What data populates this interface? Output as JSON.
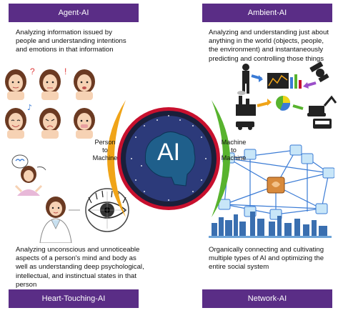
{
  "center": {
    "label": "AI"
  },
  "quadrants": {
    "agent": {
      "title": "Agent-AI",
      "description": "Analyzing information issued by\npeople and understanding intentions\nand emotions in that information"
    },
    "ambient": {
      "title": "Ambient-AI",
      "description": "Analyzing and understanding just about\nanything in the world (objects, people,\nthe environment) and instantaneously\npredicting and controlling those things"
    },
    "heart": {
      "title": "Heart-Touching-AI",
      "description": "Analyzing unconscious and unnoticeable\naspects of a person's mind and body as\nwell as understanding deep psychological,\nintellectual, and instinctual states in that\nperson"
    },
    "network": {
      "title": "Network-AI",
      "description": "Organically connecting and cultivating\nmultiple types of AI and optimizing the\nentire social system"
    }
  },
  "arcs": {
    "left": {
      "label": "Person\nto\nMachine",
      "color": "#f0a418"
    },
    "right": {
      "label": "Machine\nto\nMachine",
      "color": "#58b32e"
    }
  },
  "colors": {
    "banner": "#5a2d86",
    "ring": "#c8102e",
    "brain": "#1f5f8b"
  },
  "icons": [
    "face-icon",
    "speech-bubble-icon",
    "eye-icon",
    "person-icon",
    "satellite-icon",
    "factory-icon",
    "car-icon",
    "bus-icon",
    "excavator-icon",
    "network-node-icon",
    "city-skyline-icon"
  ]
}
